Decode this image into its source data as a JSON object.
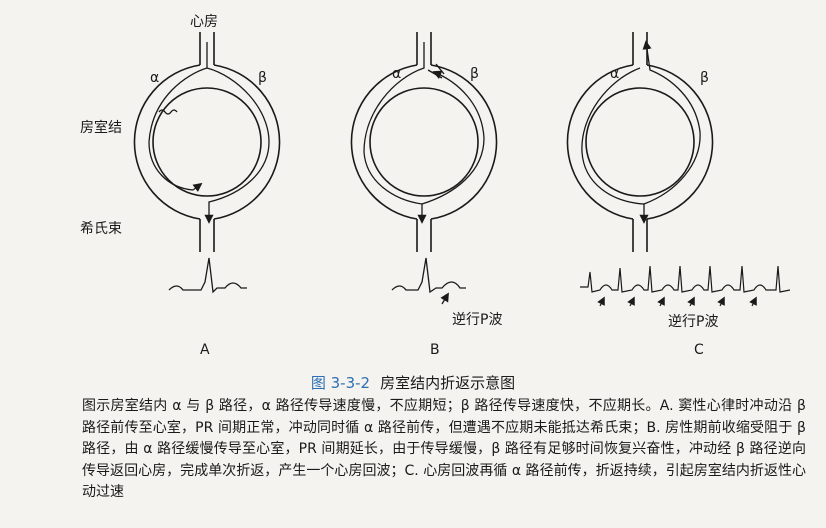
{
  "figure": {
    "labels": {
      "atrium": "心房",
      "av_node": "房室结",
      "his_bundle": "希氏束",
      "alpha": "α",
      "beta": "β",
      "retro_p": "逆行P波"
    },
    "panels": [
      "A",
      "B",
      "C"
    ]
  },
  "caption": {
    "number": "图 3-3-2",
    "title": "房室结内折返示意图",
    "number_color": "#2e6fb3"
  },
  "description": "图示房室结内 α 与 β 路径，α 路径传导速度慢，不应期短；β 路径传导速度快，不应期长。A. 窦性心律时冲动沿 β 路径前传至心室，PR 间期正常，冲动同时循 α 路径前传，但遭遇不应期未能抵达希氏束；B. 房性期前收缩受阻于 β 路径，由 α 路径缓慢传导至心室，PR 间期延长，由于传导缓慢，β 路径有足够时间恢复兴奋性，冲动经 β 路径逆向传导返回心房，完成单次折返，产生一个心房回波；C. 心房回波再循 α 路径前传，折返持续，引起房室结内折返性心动过速"
}
